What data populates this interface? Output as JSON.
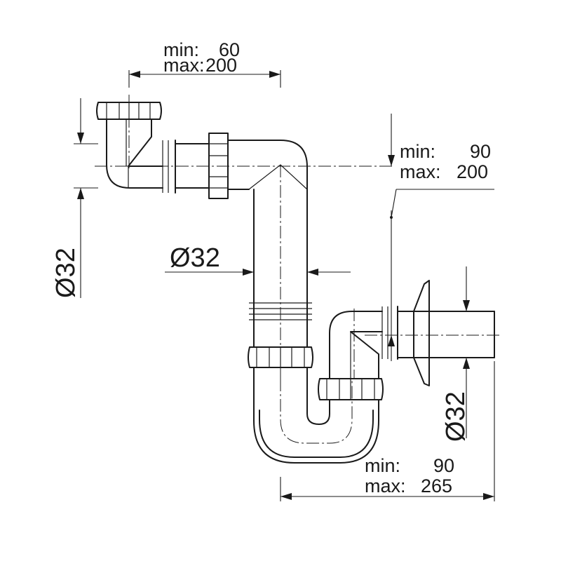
{
  "dimensions": {
    "inlet_offset": {
      "min_label": "min:",
      "min_value": "60",
      "max_label": "max:",
      "max_value": "200"
    },
    "inlet_diameter": "Ø32",
    "tube_diameter": "Ø32",
    "vertical_drop": {
      "min_label": "min:",
      "min_value": "90",
      "max_label": "max:",
      "max_value": "200"
    },
    "outlet_diameter": "Ø32",
    "outlet_length": {
      "min_label": "min:",
      "min_value": "90",
      "max_label": "max:",
      "max_value": "265"
    }
  }
}
